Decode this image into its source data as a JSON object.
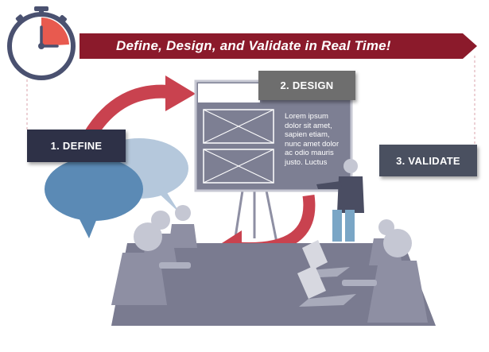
{
  "banner": {
    "title": "Define, Design, and Validate in Real Time!"
  },
  "steps": {
    "define": "1. DEFINE",
    "design": "2. DESIGN",
    "validate": "3. VALIDATE"
  },
  "board": {
    "lorem": "Lorem ipsum dolor sit amet, sapien etiam, nunc amet dolor ac odio mauris justo. Luctus"
  },
  "colors": {
    "banner_red": "#8b1a2b",
    "arrow_red": "#c9424f",
    "define_box": "#2e3147",
    "design_box": "#6e6e6e",
    "validate_box": "#4a5060",
    "speech_blue": "#5b8ab5",
    "people_gray": "#8e8fa3",
    "table_gray": "#7a7b90"
  },
  "icons": [
    "stopwatch-icon",
    "speech-bubbles-icon",
    "wireframe-board-icon",
    "presenter-icon",
    "meeting-people-icon"
  ]
}
